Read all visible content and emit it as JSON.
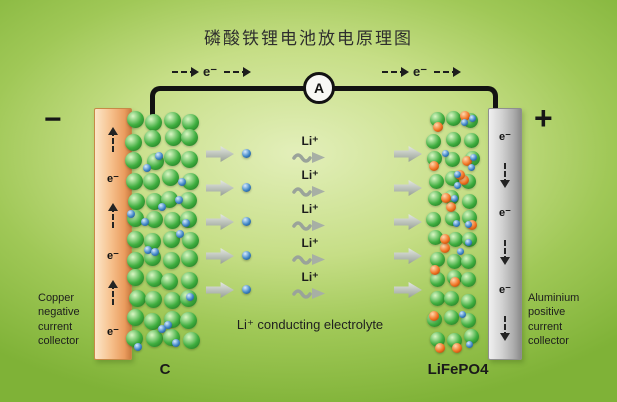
{
  "title": "磷酸铁锂电池放电原理图",
  "circuit": {
    "ammeter_label": "A",
    "electron_label_left": "e⁻",
    "electron_label_right": "e⁻"
  },
  "terminals": {
    "negative": "−",
    "positive": "+"
  },
  "collectors": {
    "copper": {
      "label": "Copper\nnegative\ncurrent\ncollector",
      "electron_labels": [
        "e⁻",
        "e⁻",
        "e⁻"
      ]
    },
    "aluminium": {
      "label": "Aluminium\npositive\ncurrent\ncollector",
      "electron_labels": [
        "e⁻",
        "e⁻",
        "e⁻"
      ]
    }
  },
  "electrodes": {
    "anode_label": "C",
    "cathode_label": "LiFePO4"
  },
  "electrolyte": {
    "label": "Li⁺ conducting electrolyte",
    "ion_labels": [
      "Li⁺",
      "Li⁺",
      "Li⁺",
      "Li⁺",
      "Li⁺"
    ]
  },
  "colors": {
    "green_sphere": "#3fae3f",
    "li_ion_blue": "#3f86c6",
    "fe_orange": "#f07222",
    "copper": "#f0a968",
    "aluminium": "#b5b5b5",
    "wire": "#121212",
    "background_green": "#9cc84f"
  }
}
